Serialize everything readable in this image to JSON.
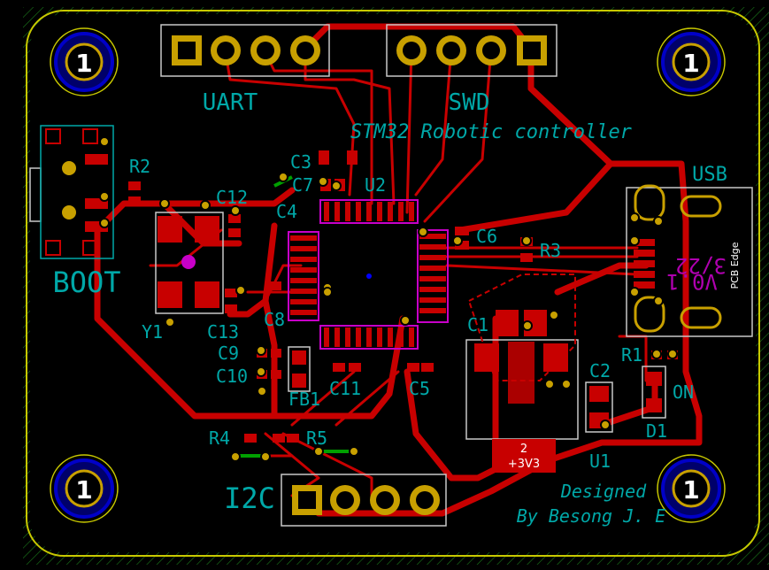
{
  "board": {
    "title": "STM32 Robotic controller",
    "designer_line1": "Designed",
    "designer_line2": "By Besong J. E",
    "mirror_text_line1": "3/22",
    "mirror_text_line2": "V0.1",
    "edge_label": "PCB Edge"
  },
  "mounting_holes": [
    "1",
    "1",
    "1",
    "1"
  ],
  "connectors": {
    "uart": "UART",
    "swd": "SWD",
    "usb": "USB",
    "i2c": "I2C",
    "boot": "BOOT"
  },
  "components": {
    "r1": "R1",
    "r2": "R2",
    "r3": "R3",
    "r4": "R4",
    "r5": "R5",
    "c1": "C1",
    "c2": "C2",
    "c3": "C3",
    "c4": "C4",
    "c5": "C5",
    "c6": "C6",
    "c7": "C7",
    "c8": "C8",
    "c9": "C9",
    "c10": "C10",
    "c11": "C11",
    "c12": "C12",
    "c13": "C13",
    "u1": "U1",
    "u2": "U2",
    "y1": "Y1",
    "fb1": "FB1",
    "d1": "D1",
    "on": "ON"
  },
  "regulator_pad": {
    "number": "2",
    "net": "+3V3"
  },
  "colors": {
    "background": "#000000",
    "copper": "#c80000",
    "pad": "#c8a000",
    "silkscreen": "#00a8a8",
    "courtyard": "#ff00ff",
    "edge_cuts": "#c8c800",
    "hole_ring": "#0000c8"
  }
}
